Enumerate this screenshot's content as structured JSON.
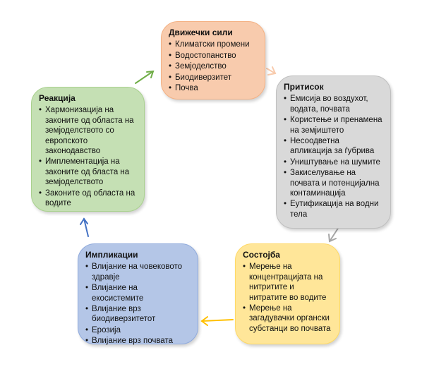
{
  "diagram": {
    "drivers": {
      "title": "Движечки сили",
      "items": [
        "Климатски промени",
        "Водостопанство",
        "Земјоделство",
        "Биодиверзитет",
        "Почва"
      ]
    },
    "pressure": {
      "title": "Притисок",
      "items": [
        "Емисија во воздухот, водата, почвата",
        "Користење и пренамена на земјиштето",
        "Несоодветна апликација за ѓубрива",
        "Уништување на шумите",
        "Закиселување на почвата и потенцијална контаминација",
        "Еутификација на водни тела"
      ]
    },
    "state": {
      "title": "Состојба",
      "items": [
        "Мерење на концентрацијата на нитритите и нитратите во водите",
        "Мерење на загадувачки органски субстанци во почвата"
      ]
    },
    "impact": {
      "title": "Импликации",
      "items": [
        "Влијание на човековото здравје",
        "Влијание на екосистемите",
        "Влијание врз биодиверзитетот",
        "Ерозија",
        "Влијание врз почвата"
      ]
    },
    "response": {
      "title": "Реакција",
      "items": [
        "Хармонизација на законите од областа на земјоделството со европското законодавство",
        "Имплементација на законите од бласта на земјоделството",
        "Законите од областа на водите"
      ]
    }
  },
  "colors": {
    "drivers": "#f8cbad",
    "pressure": "#d9d9d9",
    "state": "#ffe699",
    "impact": "#b4c6e7",
    "response": "#c5e0b4",
    "arrow_drivers_to_pressure": "#f8cbad",
    "arrow_pressure_to_state": "#a6a6a6",
    "arrow_state_to_impact": "#ffc000",
    "arrow_impact_to_response": "#4472c4",
    "arrow_response_to_drivers": "#70ad47"
  }
}
